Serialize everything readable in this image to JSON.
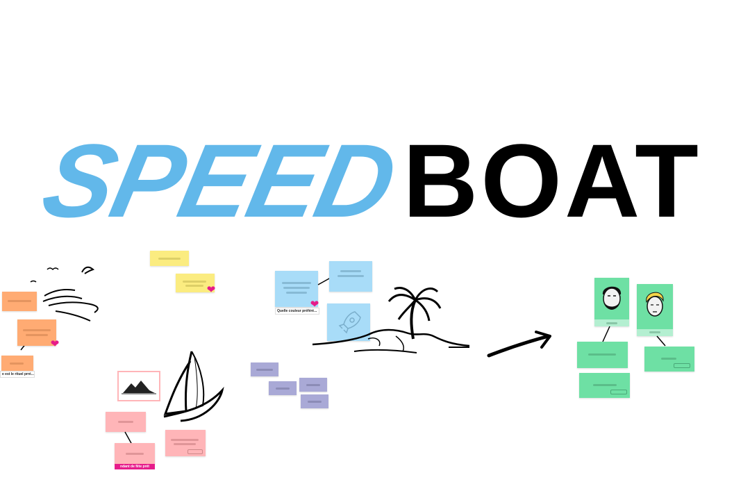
{
  "logo": {
    "part1": "SPEED",
    "part2": "BOAT"
  },
  "tags": {
    "orange_tag": "e est le rituel prré...",
    "blue_tag": "Quelle couleur préféré...",
    "pink_bar": "ndant de fête prét"
  },
  "colors": {
    "speed_blue": "#62b8ea",
    "boat_black": "#000000",
    "orange_note": "#ffab73",
    "yellow_note": "#fbec80",
    "blue_note": "#a8dcf8",
    "purple_note": "#a9a9d6",
    "pink_note": "#ffb5b8",
    "green_note": "#6ee0a4",
    "heart": "#e61c8a"
  },
  "icons": [
    "heart-icon",
    "rocket-icon",
    "mountain-icon",
    "palm-island-icon",
    "sailboat-icon",
    "wind-icon",
    "arrow-icon",
    "man-avatar-icon",
    "woman-avatar-icon"
  ]
}
